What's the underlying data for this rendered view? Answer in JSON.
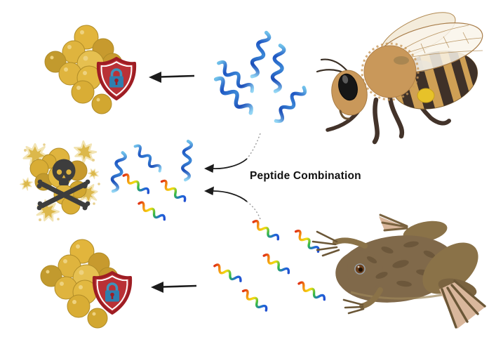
{
  "labels": {
    "peptide_combination": "Peptide Combination"
  },
  "organisms": [
    {
      "id": "bee",
      "name": "honey-bee",
      "peptides": {
        "style": "alpha-helix-ribbon",
        "color_scheme": "blue",
        "count": 5
      }
    },
    {
      "id": "frog",
      "name": "frog",
      "peptides": {
        "style": "alpha-helix-ribbon",
        "color_scheme": "rainbow",
        "count": 6
      }
    }
  ],
  "combination_group": {
    "blue_peptides": 3,
    "rainbow_peptides": 3
  },
  "outcomes": [
    {
      "position": "top",
      "badge": "shield-lock-icon",
      "meaning": "protected-bacteria-cluster",
      "cells": 10
    },
    {
      "position": "middle",
      "badge": "skull-crossbones-icon",
      "meaning": "lysed-bacteria-cluster",
      "cells": 9
    },
    {
      "position": "bottom",
      "badge": "shield-lock-icon",
      "meaning": "protected-bacteria-cluster",
      "cells": 10
    }
  ],
  "colors": {
    "background": "#ffffff",
    "bacteria_gold": "#dfb43e",
    "bacteria_gold_dark": "#c79a2e",
    "bacteria_gold_light": "#e6c050",
    "shield_fill": "#b93136",
    "shield_border": "#9e1d23",
    "lock_blue": "#2e7fae",
    "skull_gray": "#3d3d3d",
    "helix_blue_dark": "#1e55c2",
    "helix_blue_light": "#6fc0ea",
    "rainbow": [
      "#e23312",
      "#f59a12",
      "#f2dd12",
      "#2fb84a",
      "#2168da"
    ],
    "arrow_black": "#1c1c1c",
    "bee_tan": "#c9985a",
    "bee_dark_brown": "#3f3128",
    "pollen_yellow": "#e7c229",
    "frog_brown": "#80694a",
    "frog_webbing": "#d9b79c"
  }
}
